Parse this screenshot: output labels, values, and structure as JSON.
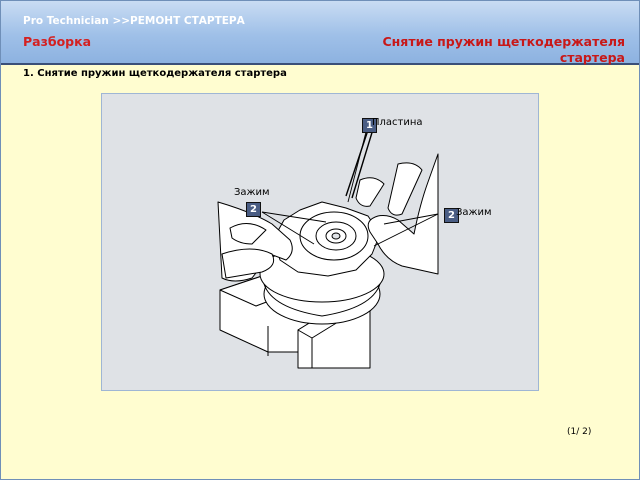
{
  "header": {
    "breadcrumb": "Pro  Technician >>РЕМОНТ СТАРТЕРА",
    "section": "Разборка",
    "topic": "Снятие пружин щеткодержателя стартера"
  },
  "step": {
    "title": "1. Снятие пружин щеткодержателя стартера"
  },
  "figure": {
    "callouts": {
      "plate_number": "1",
      "plate_label": "Пластина",
      "clamp_left_label": "Зажим",
      "clamp_left_number": "2",
      "clamp_right_number": "2",
      "clamp_right_label": "Зажим"
    }
  },
  "pager": "(1/ 2)"
}
